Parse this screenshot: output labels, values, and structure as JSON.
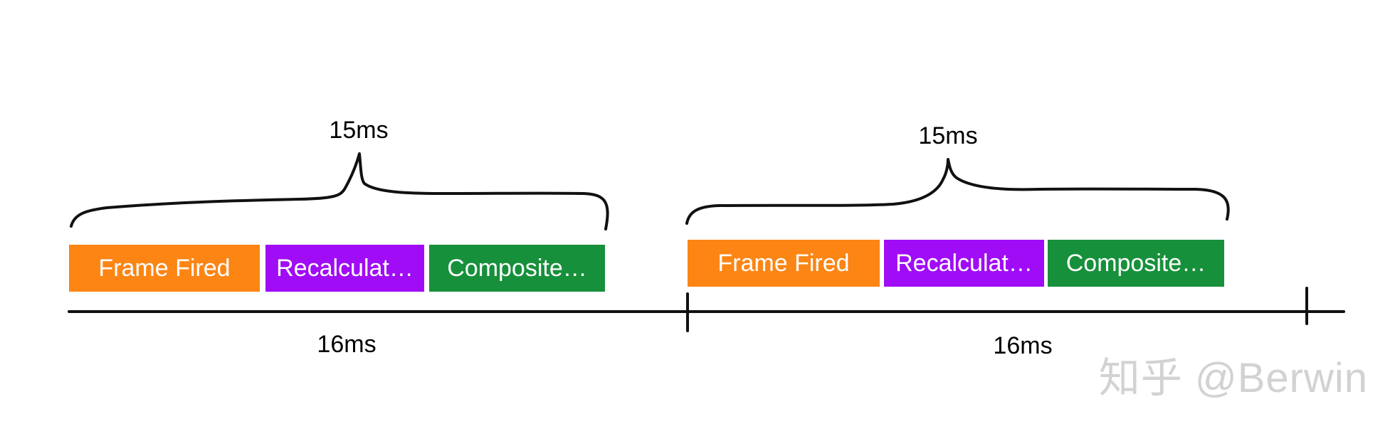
{
  "colors": {
    "frame_fired": "#fc8514",
    "recalculate": "#a00cf5",
    "composite": "#17903b",
    "ink": "#111111",
    "watermark": "#d2d2d2"
  },
  "frames": [
    {
      "duration_label": "15ms",
      "interval_label": "16ms",
      "blocks": [
        "Frame Fired",
        "Recalculat…",
        "Composite…"
      ]
    },
    {
      "duration_label": "15ms",
      "interval_label": "16ms",
      "blocks": [
        "Frame Fired",
        "Recalculat…",
        "Composite…"
      ]
    }
  ],
  "watermark": "知乎 @Berwin"
}
